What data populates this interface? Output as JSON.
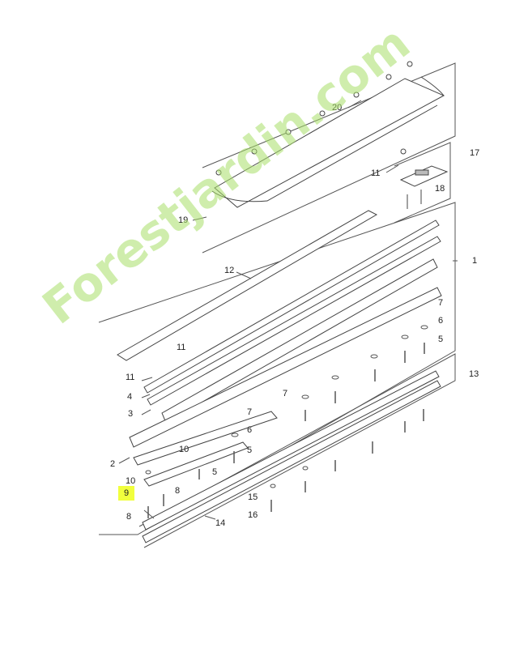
{
  "diagram": {
    "highlight_color": "#f1ff3d",
    "line_color": "#555555",
    "callouts": [
      {
        "id": "c20",
        "label": "20"
      },
      {
        "id": "c17",
        "label": "17"
      },
      {
        "id": "c11a",
        "label": "11"
      },
      {
        "id": "c18",
        "label": "18"
      },
      {
        "id": "c19",
        "label": "19"
      },
      {
        "id": "c12",
        "label": "12"
      },
      {
        "id": "c1",
        "label": "1"
      },
      {
        "id": "c7a",
        "label": "7"
      },
      {
        "id": "c6a",
        "label": "6"
      },
      {
        "id": "c5a",
        "label": "5"
      },
      {
        "id": "c11b",
        "label": "11"
      },
      {
        "id": "c11c",
        "label": "11"
      },
      {
        "id": "c4",
        "label": "4"
      },
      {
        "id": "c13",
        "label": "13"
      },
      {
        "id": "c3",
        "label": "3"
      },
      {
        "id": "c7b",
        "label": "7"
      },
      {
        "id": "c7c",
        "label": "7"
      },
      {
        "id": "c6b",
        "label": "6"
      },
      {
        "id": "c2",
        "label": "2"
      },
      {
        "id": "c10a",
        "label": "10"
      },
      {
        "id": "c5b",
        "label": "5"
      },
      {
        "id": "c5c",
        "label": "5"
      },
      {
        "id": "c10b",
        "label": "10"
      },
      {
        "id": "c9",
        "label": "9",
        "highlighted": true
      },
      {
        "id": "c8a",
        "label": "8"
      },
      {
        "id": "c15",
        "label": "15"
      },
      {
        "id": "c8b",
        "label": "8"
      },
      {
        "id": "c16",
        "label": "16"
      },
      {
        "id": "c14",
        "label": "14"
      }
    ]
  },
  "watermark": {
    "text": "Forestjardin.com",
    "colors": {
      "green": "#a9e06a",
      "orange": "#f0a24a",
      "brown": "#b49a7c"
    }
  }
}
